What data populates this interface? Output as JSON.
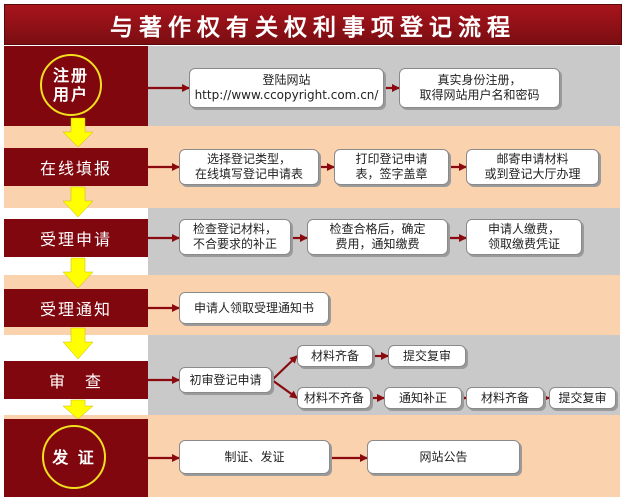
{
  "title": "与著作权有关权利事项登记流程",
  "colors": {
    "dark_red": "#80070e",
    "yellow_arrow": "#ffff00",
    "peach": "#fbd2ae",
    "gray": "#c9c9c9"
  },
  "steps": [
    {
      "lines": [
        "注册",
        "用户"
      ]
    },
    {
      "lines": [
        "在线填报"
      ]
    },
    {
      "lines": [
        "受理申请"
      ]
    },
    {
      "lines": [
        "受理通知"
      ]
    },
    {
      "lines": [
        "审　查"
      ]
    },
    {
      "lines": [
        "发 证"
      ]
    }
  ],
  "rows": {
    "register": [
      {
        "lines": [
          "登陆网站",
          "http://www.ccopyright.com.cn/"
        ]
      },
      {
        "lines": [
          "真实身份注册，",
          "取得网站用户名和密码"
        ]
      }
    ],
    "fill": [
      {
        "lines": [
          "选择登记类型，",
          "在线填写登记申请表"
        ]
      },
      {
        "lines": [
          "打印登记申请",
          "表，签字盖章"
        ]
      },
      {
        "lines": [
          "邮寄申请材料",
          "或到登记大厅办理"
        ]
      }
    ],
    "accept": [
      {
        "lines": [
          "检查登记材料，",
          "不合要求的补正"
        ]
      },
      {
        "lines": [
          "检查合格后，确定",
          "费用，通知缴费"
        ]
      },
      {
        "lines": [
          "申请人缴费，",
          "领取缴费凭证"
        ]
      }
    ],
    "notice": [
      {
        "lines": [
          "申请人领取受理通知书"
        ]
      }
    ],
    "review": {
      "initial": {
        "lines": [
          "初审登记申请"
        ]
      },
      "complete": {
        "lines": [
          "材料齐备"
        ]
      },
      "submit1": {
        "lines": [
          "提交复审"
        ]
      },
      "incomplete": {
        "lines": [
          "材料不齐备"
        ]
      },
      "notify": {
        "lines": [
          "通知补正"
        ]
      },
      "complete2": {
        "lines": [
          "材料齐备"
        ]
      },
      "submit2": {
        "lines": [
          "提交复审"
        ]
      }
    },
    "certify": [
      {
        "lines": [
          "制证、发证"
        ]
      },
      {
        "lines": [
          "网站公告"
        ]
      }
    ]
  }
}
